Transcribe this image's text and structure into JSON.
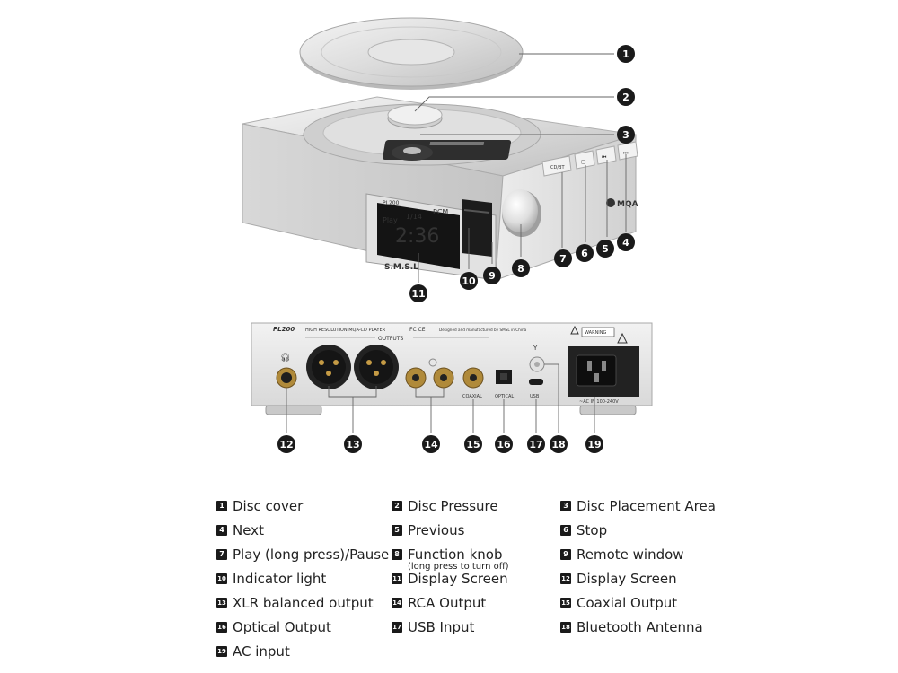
{
  "device": {
    "display": {
      "mode": "Play",
      "track": "1/14",
      "format": "PCM",
      "time": "2:36"
    },
    "front_brand": "S.M.S.L",
    "badge_mqa": "MQA",
    "button_labels": [
      "CD/BT",
      "▢",
      "⏮",
      "⏭"
    ],
    "back": {
      "model": "PL200",
      "title": "HIGH RESOLUTION MQA-CD PLAYER",
      "cert": "FC CE",
      "made": "Designed and manufactured by SMSL in China",
      "outputs": "OUTPUTS",
      "coaxial": "COAXIAL",
      "optical": "OPTICAL",
      "usb": "USB",
      "warning": "WARNING",
      "ac": "~AC IN 100-240V"
    }
  },
  "legend": [
    {
      "num": "1",
      "label": "Disc cover"
    },
    {
      "num": "2",
      "label": "Disc Pressure"
    },
    {
      "num": "3",
      "label": "Disc Placement Area"
    },
    {
      "num": "4",
      "label": "Next"
    },
    {
      "num": "5",
      "label": "Previous"
    },
    {
      "num": "6",
      "label": "Stop"
    },
    {
      "num": "7",
      "label": " Play (long press)/Pause"
    },
    {
      "num": "8",
      "label": "Function knob",
      "sub": "(long press to turn off)"
    },
    {
      "num": "9",
      "label": "Remote window"
    },
    {
      "num": "10",
      "label": "Indicator light"
    },
    {
      "num": "11",
      "label": "Display Screen"
    },
    {
      "num": "12",
      "label": "Display Screen"
    },
    {
      "num": "13",
      "label": "XLR balanced output"
    },
    {
      "num": "14",
      "label": "RCA Output"
    },
    {
      "num": "15",
      "label": "Coaxial Output"
    },
    {
      "num": "16",
      "label": "Optical Output"
    },
    {
      "num": "17",
      "label": "USB Input"
    },
    {
      "num": "18",
      "label": "Bluetooth Antenna"
    },
    {
      "num": "19",
      "label": "AC input"
    }
  ]
}
